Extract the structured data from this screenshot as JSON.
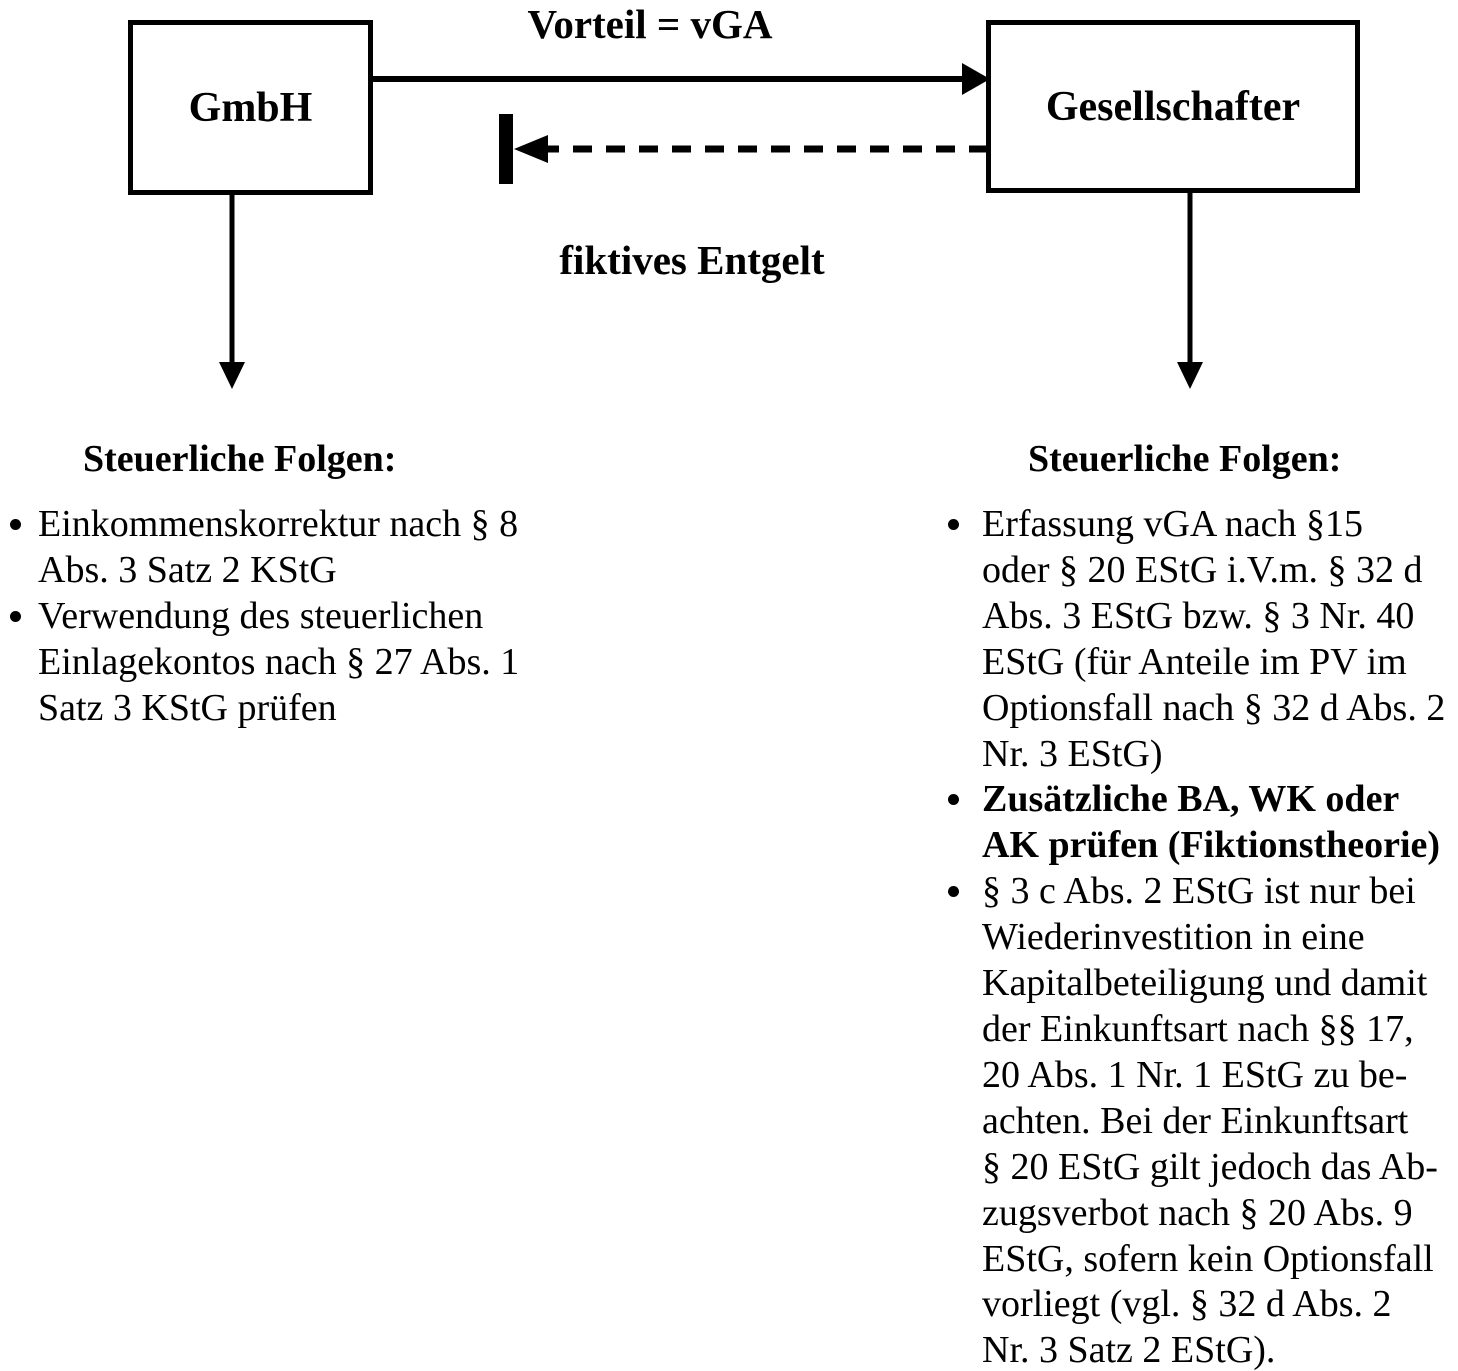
{
  "diagram": {
    "boxes": {
      "gmbh": "GmbH",
      "gesellschafter": "Gesellschafter"
    },
    "arrow_labels": {
      "vorteil": "Vorteil = vGA",
      "entgelt": "fiktives Entgelt"
    }
  },
  "left_panel": {
    "heading": "Steuerliche Folgen:",
    "bullets": [
      "Einkommenskorrektur nach § 8\nAbs. 3 Satz 2 KStG",
      "Verwendung des steuerlichen\nEinlagekontos nach § 27 Abs. 1\nSatz 3 KStG prüfen"
    ]
  },
  "right_panel": {
    "heading": "Steuerliche Folgen:",
    "bullets": [
      "Erfassung vGA nach §15\noder § 20 EStG i.V.m. § 32 d\nAbs. 3 EStG bzw. § 3 Nr. 40\nEStG (für Anteile im PV im\nOptionsfall nach § 32 d Abs. 2\nNr. 3 EStG)",
      "Zusätzliche BA, WK oder\nAK prüfen (Fiktionstheorie)",
      "§ 3 c Abs. 2 EStG ist nur bei\nWiederinvestition in eine\nKapitalbeteiligung und damit\nder Einkunftsart nach §§ 17,\n20 Abs. 1 Nr. 1 EStG zu be-\nachten. Bei der Einkunftsart\n§ 20 EStG gilt jedoch das Ab-\nzugsverbot nach § 20 Abs. 9\nEStG, sofern kein Optionsfall\nvorliegt (vgl. § 32 d Abs. 2\nNr. 3 Satz 2 EStG)."
    ]
  },
  "colors": {
    "ink": "#000000",
    "background": "#ffffff"
  }
}
